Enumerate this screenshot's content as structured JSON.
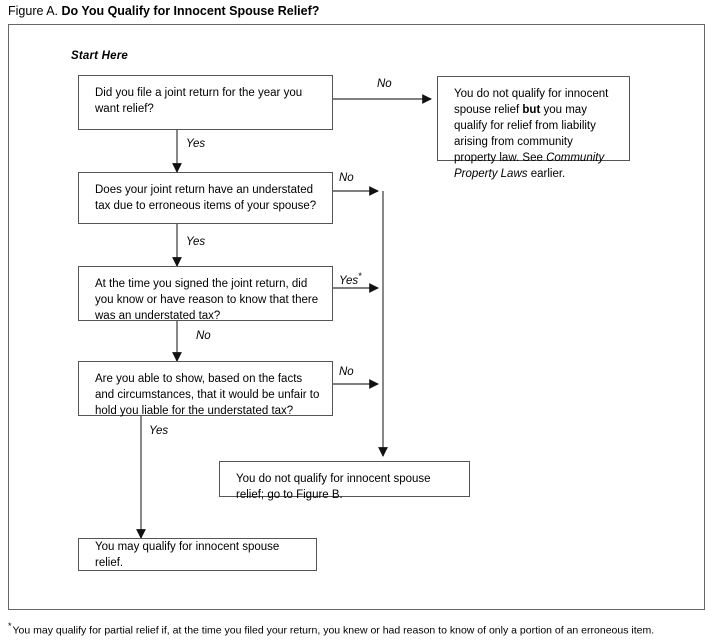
{
  "figure": {
    "label": "Figure A.",
    "title": "Do You Qualify for Innocent Spouse Relief?"
  },
  "start_marker": "Start Here",
  "nodes": {
    "q1": {
      "text": "Did you file a joint return for the year you want relief?"
    },
    "q2": {
      "text": "Does your joint return have an understated tax due to erroneous items of your spouse?"
    },
    "q3": {
      "text": "At the time you signed the joint return, did you know or have reason to know that there was an understated tax?"
    },
    "q4": {
      "text": "Are you able to show, based on the facts and circumstances, that it would be unfair to hold you liable for the understated tax?"
    },
    "community_property": {
      "part1": "You do not qualify for innocent spouse relief ",
      "bold": "but",
      "part2": " you may qualify for relief from liability arising from community property law. See ",
      "italic": "Community Property Laws",
      "part3": " earlier."
    },
    "figure_b": {
      "text": "You do not qualify for innocent spouse relief; go to Figure B."
    },
    "qualify": {
      "text": "You may qualify for innocent spouse relief."
    }
  },
  "edges": {
    "q1_no": "No",
    "q1_yes": "Yes",
    "q2_no": "No",
    "q2_yes": "Yes",
    "q3_yes": "Yes",
    "q3_yes_star": "*",
    "q3_no": "No",
    "q4_no": "No",
    "q4_yes": "Yes"
  },
  "footnote": {
    "marker": "*",
    "text": "You may qualify for partial relief if, at the time you filed your return, you knew or had reason to know of only a portion of an erroneous item."
  },
  "colors": {
    "line": "#555555",
    "frame": "#666666",
    "text": "#000000",
    "background": "#ffffff"
  }
}
